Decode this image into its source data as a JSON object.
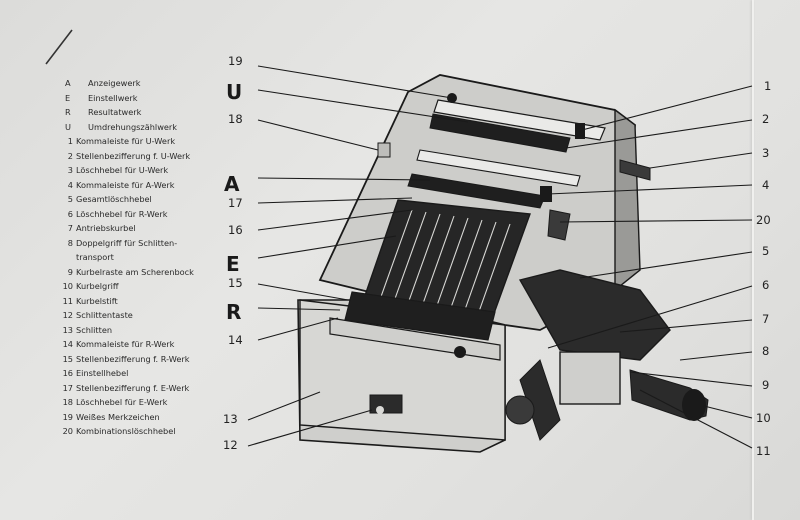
{
  "legend": [
    {
      "key": "A",
      "text": "Anzeigewerk"
    },
    {
      "key": "E",
      "text": "Einstellwerk"
    },
    {
      "key": "R",
      "text": "Resultatwerk"
    },
    {
      "key": "U",
      "text": "Umdrehungszählwerk"
    },
    {
      "key": "1",
      "text": "Kommaleiste für U-Werk"
    },
    {
      "key": "2",
      "text": "Stellenbezifferung f. U-Werk"
    },
    {
      "key": "3",
      "text": "Löschhebel für U-Werk"
    },
    {
      "key": "4",
      "text": "Kommaleiste für A-Werk"
    },
    {
      "key": "5",
      "text": "Gesamtlöschhebel"
    },
    {
      "key": "6",
      "text": "Löschhebel für R-Werk"
    },
    {
      "key": "7",
      "text": "Antriebskurbel"
    },
    {
      "key": "8",
      "text": "Doppelgriff für Schlitten-"
    },
    {
      "key": "",
      "text": "transport"
    },
    {
      "key": "9",
      "text": "Kurbelraste am Scherenbock"
    },
    {
      "key": "10",
      "text": "Kurbelgriff"
    },
    {
      "key": "11",
      "text": "Kurbelstift"
    },
    {
      "key": "12",
      "text": "Schlittentaste"
    },
    {
      "key": "13",
      "text": "Schlitten"
    },
    {
      "key": "14",
      "text": "Kommaleiste für R-Werk"
    },
    {
      "key": "15",
      "text": "Stellenbezifferung f. R-Werk"
    },
    {
      "key": "16",
      "text": "Einstellhebel"
    },
    {
      "key": "17",
      "text": "Stellenbezifferung f. E-Werk"
    },
    {
      "key": "18",
      "text": "Löschhebel für E-Werk"
    },
    {
      "key": "19",
      "text": "Weißes Merkzeichen"
    },
    {
      "key": "20",
      "text": "Kombinationslöschhebel"
    }
  ],
  "section_letters": {
    "u": "U",
    "a": "A",
    "e": "E",
    "r": "R"
  },
  "callouts_left": {
    "c19": "19",
    "c18": "18",
    "c17": "17",
    "c16": "16",
    "c15": "15",
    "c14": "14",
    "c13": "13",
    "c12": "12"
  },
  "callouts_right": {
    "c1": "1",
    "c2": "2",
    "c3": "3",
    "c4": "4",
    "c20": "20",
    "c5": "5",
    "c6": "6",
    "c7": "7",
    "c8": "8",
    "c9": "9",
    "c10": "10",
    "c11": "11"
  },
  "colors": {
    "ink": "#1a1a1a",
    "paper": "#e3e3e1",
    "machine_body": "#cfcfcc",
    "machine_dark": "#2b2b2b"
  }
}
